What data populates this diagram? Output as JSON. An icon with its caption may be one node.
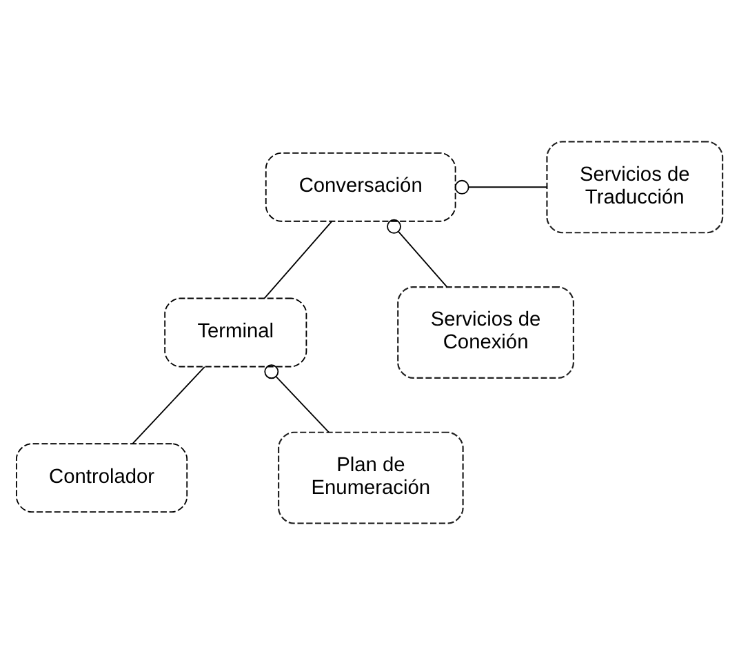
{
  "diagram": {
    "nodes": [
      {
        "text": [
          "Conversación"
        ]
      },
      {
        "text": [
          "Servicios de Traducción"
        ]
      },
      {
        "text": [
          "Terminal"
        ]
      },
      {
        "text": [
          "Servicios de Conexión"
        ]
      },
      {
        "text": [
          "Controlador"
        ]
      },
      {
        "text": [
          "Plan de Enumeración"
        ]
      }
    ],
    "edges": [
      {
        "from": 0,
        "to": 1,
        "arrow": "other"
      },
      {
        "from": 0,
        "to": 3,
        "arrow": "other"
      },
      {
        "from": 0,
        "to": 2,
        "arrow": "none"
      },
      {
        "from": 2,
        "to": 5,
        "arrow": "other"
      },
      {
        "from": 2,
        "to": 4,
        "arrow": "none"
      }
    ]
  }
}
